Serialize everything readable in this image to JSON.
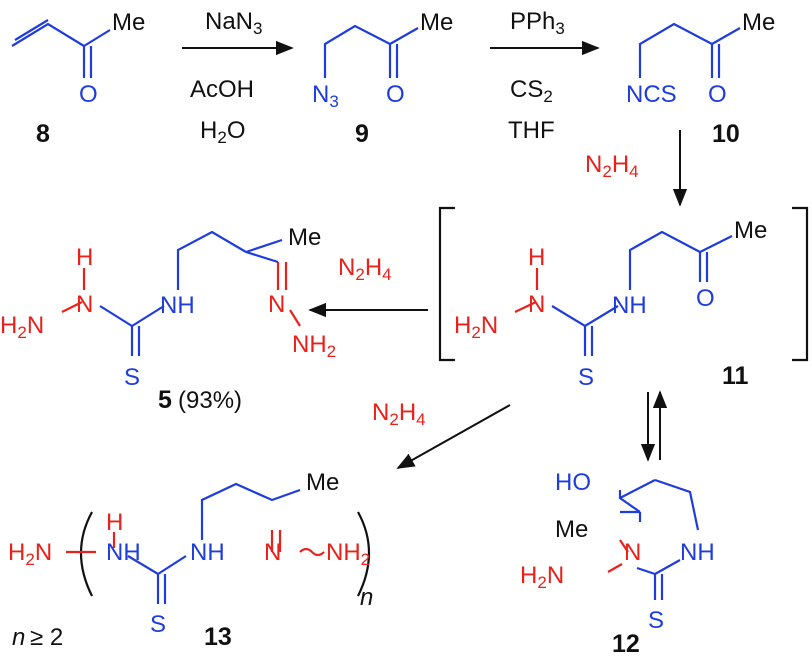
{
  "colors": {
    "carbon_bonds": "#1f3ddc",
    "hetero_red": "#e8221b",
    "text": "#111111"
  },
  "labels": {
    "me": "Me",
    "o": "O",
    "s": "S",
    "n": "N",
    "nh": "NH",
    "h": "H",
    "ho": "HO",
    "ncs": "NCS"
  },
  "reagents": {
    "step1_a": "NaN3",
    "step1_b": "AcOH",
    "step1_c": "H2O",
    "step2_a": "PPh3",
    "step2_b": "CS2",
    "step2_c": "THF",
    "n2h4": "N2H4"
  },
  "compounds": {
    "c8": "8",
    "c9": "9",
    "c10": "10",
    "c11": "11",
    "c12": "12",
    "c13": "13",
    "c5": "5",
    "yield5": "(93%)",
    "n_label": "n",
    "n_condition": "≥ 2"
  }
}
